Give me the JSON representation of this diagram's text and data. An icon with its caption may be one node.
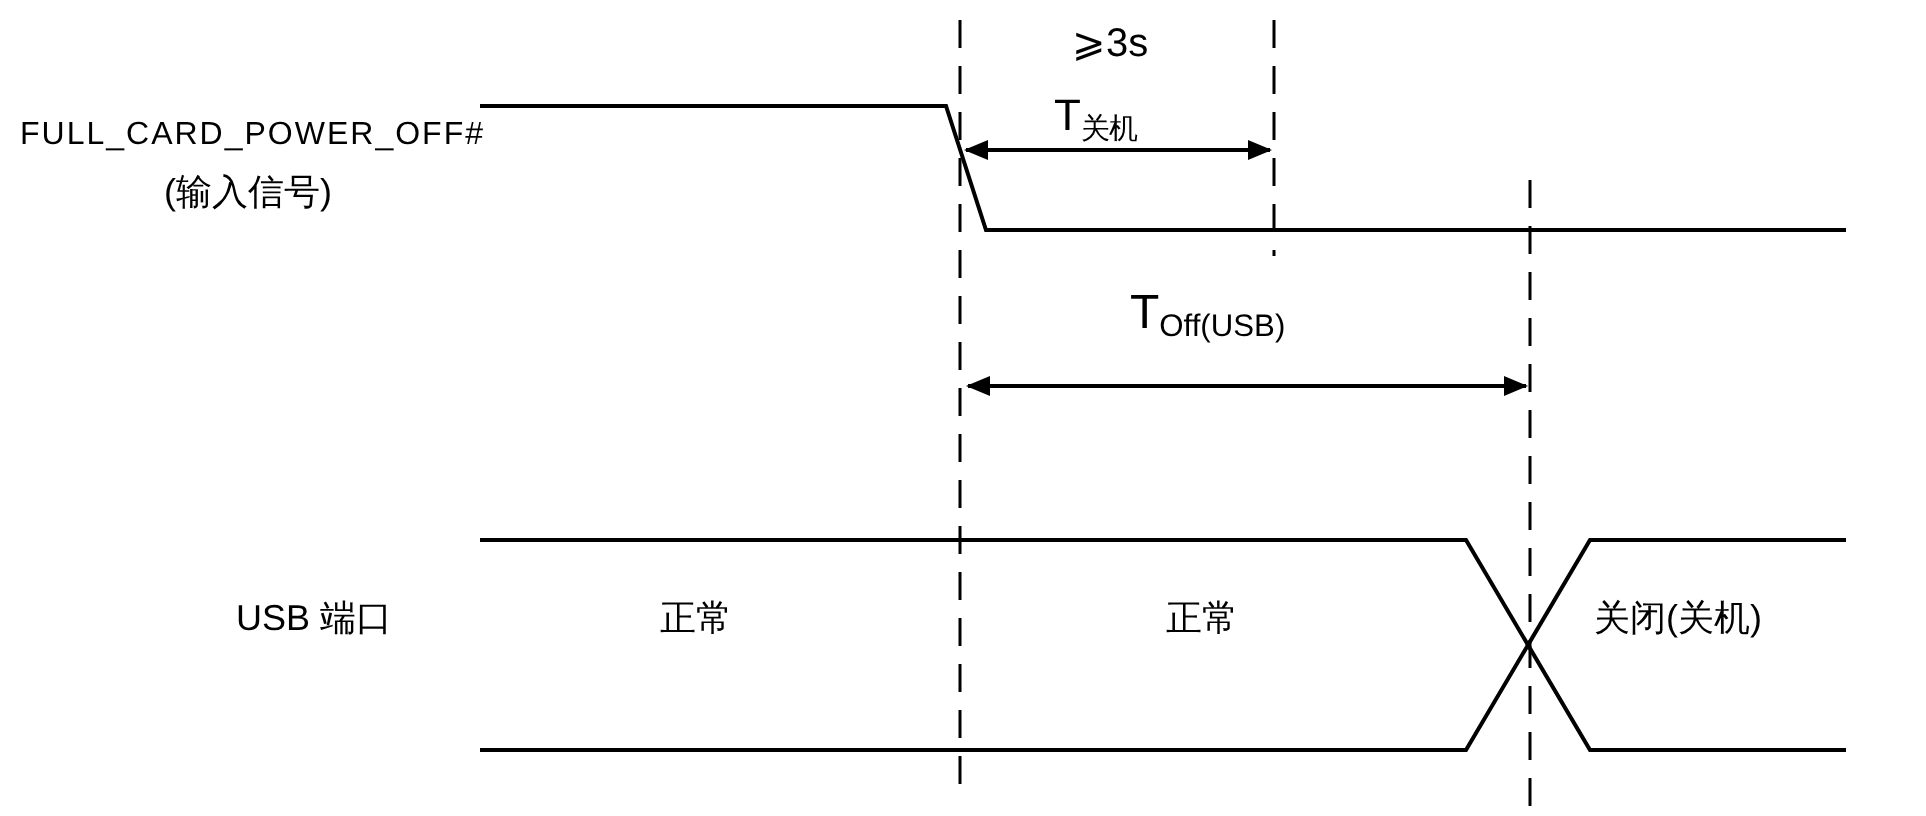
{
  "diagram": {
    "labels": [
      "⩾3s",
      "T$_{关机}$",
      "FULL_CARD_POWER_OFF#",
      "(输入信号)",
      "T$_{Off(USB)}$",
      "USB 端口",
      "正常",
      "正常",
      "关闭(关机)"
    ]
  }
}
